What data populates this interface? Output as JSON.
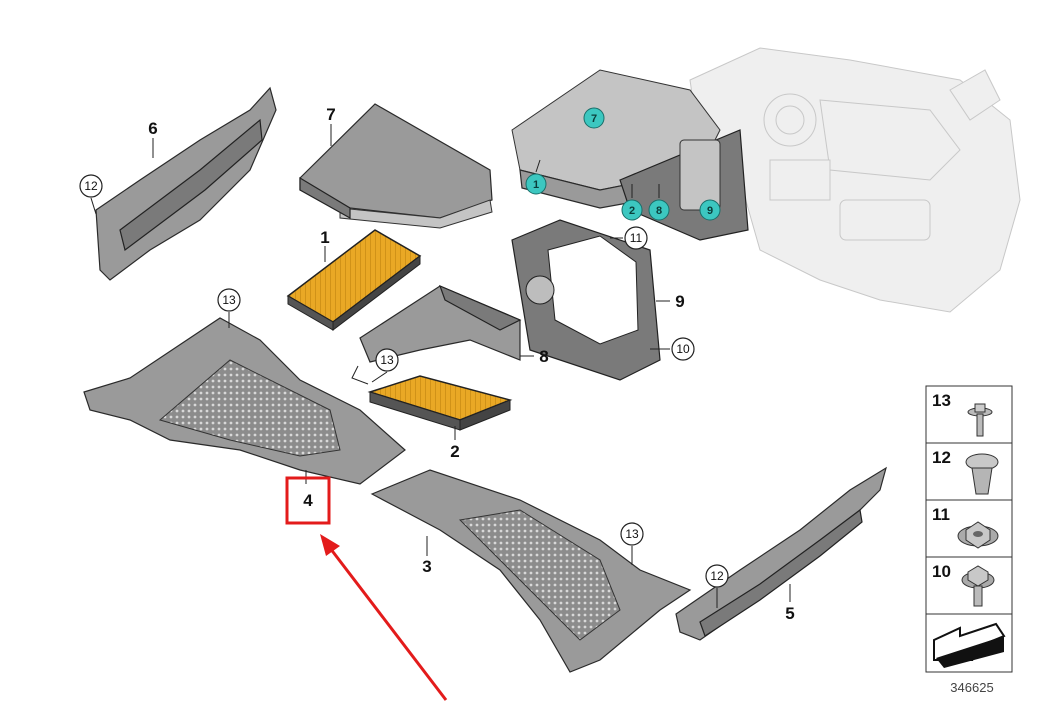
{
  "diagram": {
    "part_labels": {
      "p1": "1",
      "p2": "2",
      "p3": "3",
      "p4": "4",
      "p5": "5",
      "p6": "6",
      "p7": "7",
      "p8": "8",
      "p9": "9"
    },
    "callouts": {
      "c12a": "12",
      "c13a": "13",
      "c13b": "13",
      "c11": "11",
      "c10": "10",
      "c13c": "13",
      "c12b": "12"
    },
    "teal_markers": {
      "t7": "7",
      "t1": "1",
      "t2": "2",
      "t8": "8",
      "t9": "9"
    },
    "legend": {
      "rows": [
        "13",
        "12",
        "11",
        "10"
      ]
    },
    "reference_number": "346625"
  },
  "colors": {
    "highlight": "#e31b1b",
    "teal": "#3cc7c0",
    "filter": "#e9a825"
  }
}
